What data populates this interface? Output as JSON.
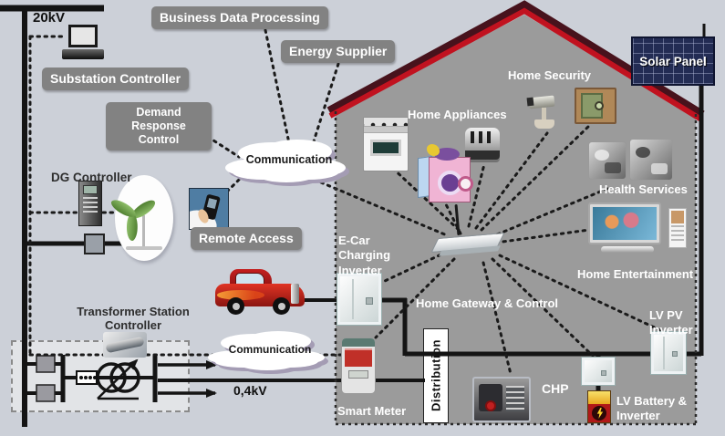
{
  "colors": {
    "background": "#ccd0d8",
    "house_body": "#9b9b9b",
    "roof_red": "#c1121f",
    "label_background": "#828282",
    "label_text": "#ffffff",
    "line_black": "#141414",
    "solar_panel_navy": "#232c54",
    "battery_red": "#b01818",
    "battery_yellow": "#f0c830",
    "car_red": "#c41e1e",
    "turbine_green": "#6a9a3a",
    "remote_icon_blue": "#4f7da3"
  },
  "grid": {
    "hv_voltage": "20kV",
    "lv_voltage": "0,4kV"
  },
  "labels": {
    "business_data_processing": "Business Data Processing",
    "energy_supplier": "Energy Supplier",
    "substation_controller": "Substation Controller",
    "demand_response_control": "Demand Response Control",
    "communication_upper": "Communication",
    "communication_lower": "Communication",
    "dg_controller": "DG Controller",
    "remote_access": "Remote Access",
    "transformer_station_controller": "Transformer Station Controller",
    "home_security": "Home Security",
    "home_appliances": "Home Appliances",
    "solar_panel": "Solar Panel",
    "health_services": "Health Services",
    "home_entertainment": "Home Entertainment",
    "home_gateway_control": "Home Gateway & Control",
    "ecar_charging_inverter": "E-Car Charging Inverter",
    "smart_meter": "Smart Meter",
    "distribution": "Distribution",
    "chp": "CHP",
    "lv_battery_inverter": "LV Battery & Inverter",
    "lv_pv_inverter": "LV PV Inverter"
  },
  "icons": [
    "computer-icon",
    "dg-cabinet-icon",
    "wind-turbine-icon",
    "remote-phone-icon",
    "car-icon",
    "transformer-photo-icon",
    "transformer-symbol-icon",
    "breaker-icon",
    "stove-icon",
    "toaster-icon",
    "washing-machine-icon",
    "cctv-camera-icon",
    "safe-icon",
    "health-device-icon",
    "tv-icon",
    "media-rack-icon",
    "router-icon",
    "inverter-icon",
    "smart-meter-icon",
    "chp-unit-icon",
    "battery-icon",
    "solar-panel-icon",
    "communication-cloud-icon"
  ]
}
